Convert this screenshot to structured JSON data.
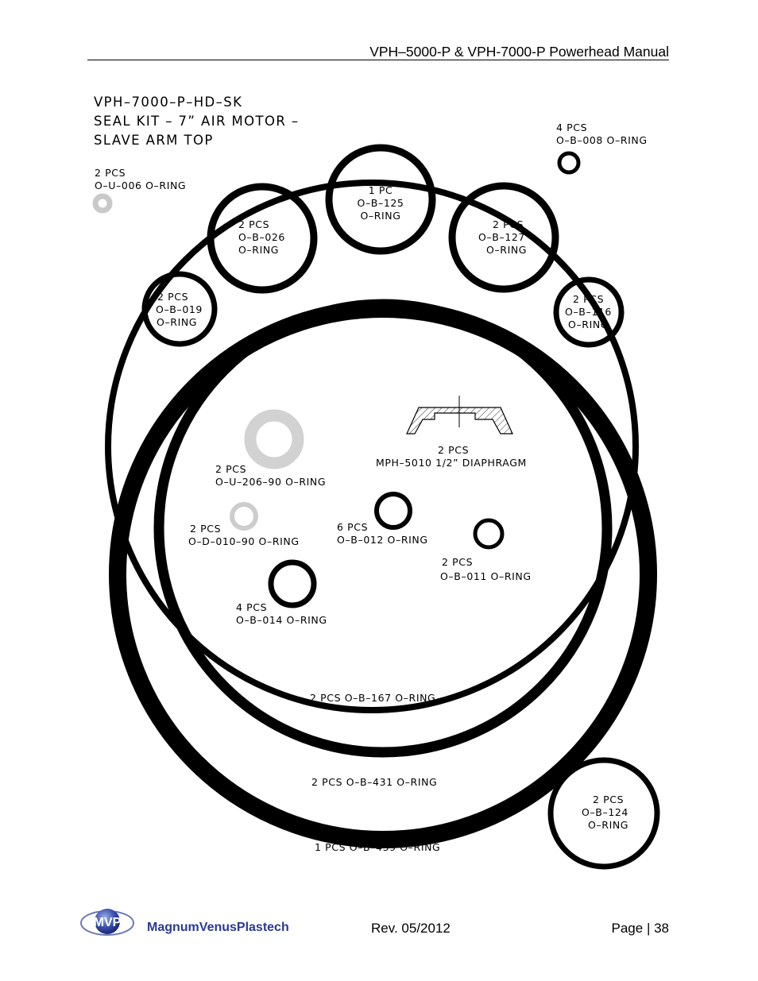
{
  "header": {
    "title": "VPH–5000-P & VPH-7000-P  Powerhead Manual"
  },
  "drawing": {
    "title_lines": [
      "VPH–7000–P–HD–SK",
      "SEAL KIT – 7” AIR MOTOR –",
      "SLAVE ARM TOP"
    ],
    "parts": [
      {
        "id": "o-b-008",
        "lines": [
          "4 PCS",
          "O–B–008  O–RING"
        ]
      },
      {
        "id": "o-u-006",
        "lines": [
          "2 PCS",
          "O–U–006  O–RING"
        ]
      },
      {
        "id": "o-b-125",
        "lines": [
          "1 PC",
          "O–B–125",
          "O–RING"
        ]
      },
      {
        "id": "o-b-026",
        "lines": [
          "2 PCS",
          "O–B–026",
          "O–RING"
        ]
      },
      {
        "id": "o-b-127",
        "lines": [
          "2 PCS",
          "O–B–127",
          "O–RING"
        ]
      },
      {
        "id": "o-b-019",
        "lines": [
          "2 PCS",
          "O–B–019",
          "O–RING"
        ]
      },
      {
        "id": "o-b-116",
        "lines": [
          "2 PCS",
          "O–B–116",
          "O–RING"
        ]
      },
      {
        "id": "mph-5010",
        "lines": [
          "2 PCS",
          "MPH–5010   1/2”  DIAPHRAGM"
        ]
      },
      {
        "id": "o-u-206-90",
        "lines": [
          "2 PCS",
          "O–U–206–90    O–RING"
        ]
      },
      {
        "id": "o-d-010-90",
        "lines": [
          "2 PCS",
          "O–D–010–90  O–RING"
        ]
      },
      {
        "id": "o-b-012",
        "lines": [
          "6 PCS",
          "O–B–012  O–RING"
        ]
      },
      {
        "id": "o-b-011",
        "lines": [
          "2 PCS",
          "O–B–011  O–RING"
        ]
      },
      {
        "id": "o-b-014",
        "lines": [
          "4 PCS",
          "O–B–014  O–RING"
        ]
      },
      {
        "id": "o-b-167",
        "lines": [
          "2 PCS    O–B–167    O–RING"
        ]
      },
      {
        "id": "o-b-431",
        "lines": [
          "2 PCS    O–B–431    O–RING"
        ]
      },
      {
        "id": "o-b-124",
        "lines": [
          "2 PCS",
          "O–B–124",
          "O–RING"
        ]
      },
      {
        "id": "o-b-439",
        "lines": [
          "1 PCS   O–B–439    O–RING"
        ]
      }
    ]
  },
  "footer": {
    "logo_text": "MVP",
    "company": "MagnumVenusPlastech",
    "revision": "Rev. 05/2012",
    "page": "Page | 38"
  }
}
